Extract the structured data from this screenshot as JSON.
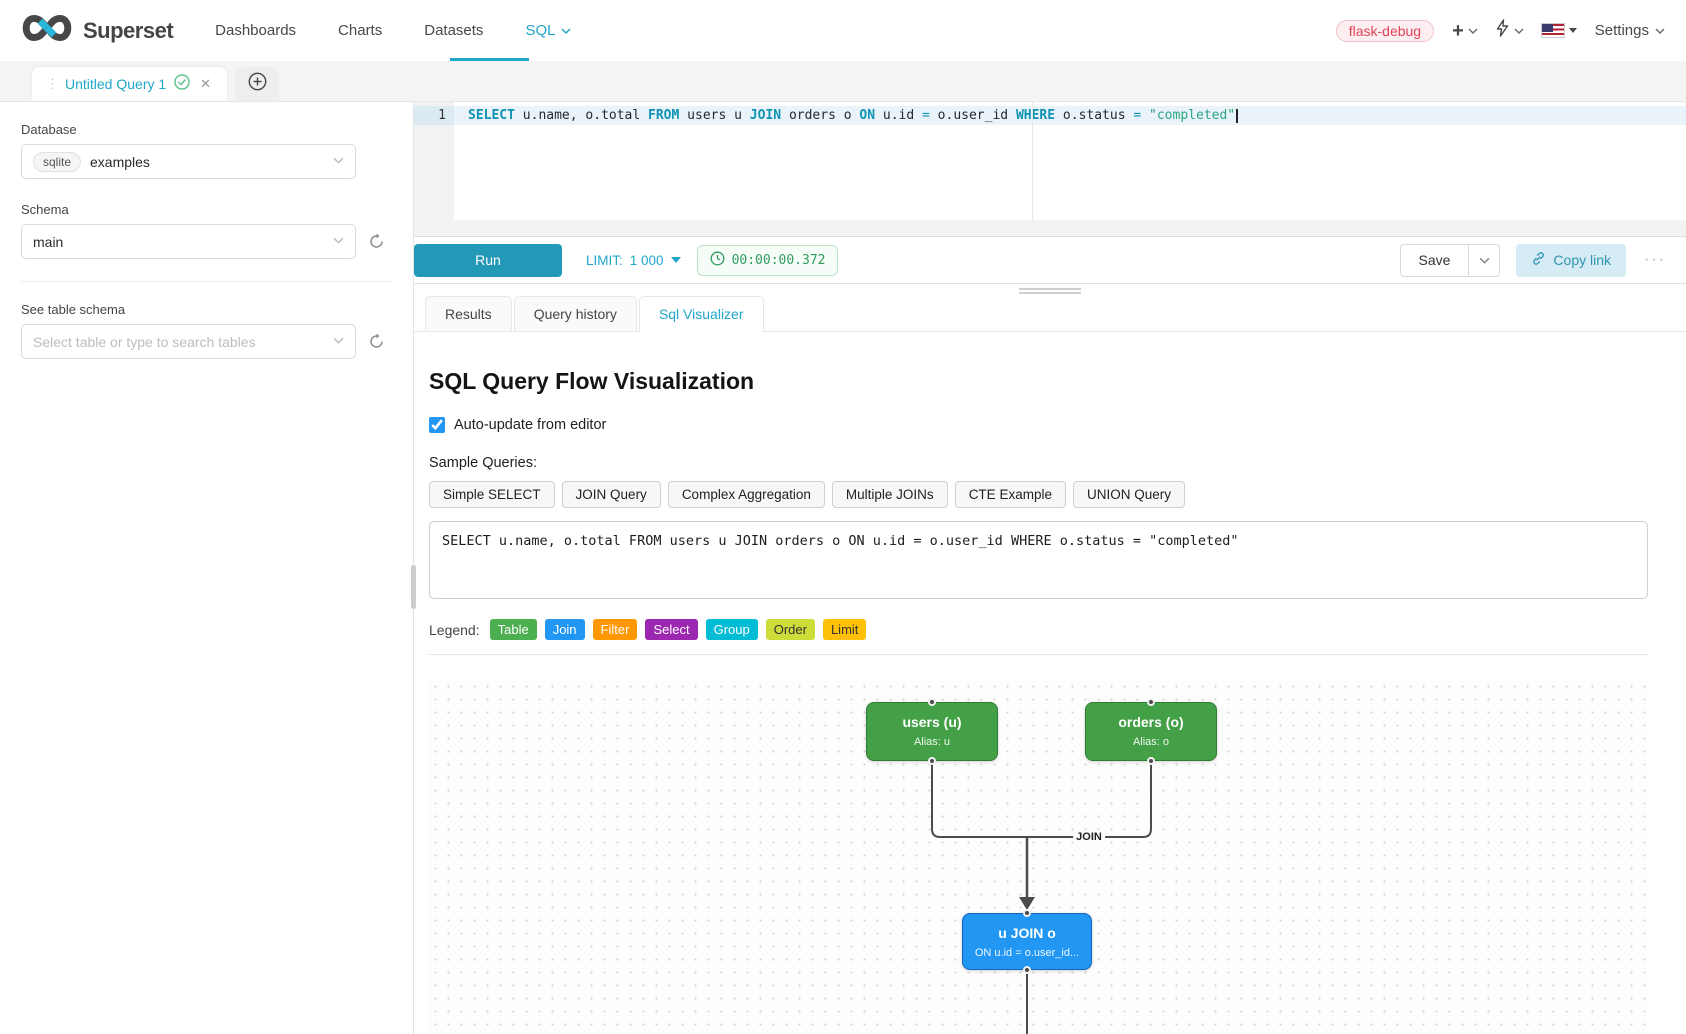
{
  "header": {
    "brand": "Superset",
    "nav": [
      {
        "label": "Dashboards"
      },
      {
        "label": "Charts"
      },
      {
        "label": "Datasets"
      },
      {
        "label": "SQL"
      }
    ],
    "environment_tag": "flask-debug",
    "settings_label": "Settings"
  },
  "query_tabs": {
    "active_tab": "Untitled Query 1",
    "close_glyph": "✕"
  },
  "sidebar": {
    "database_label": "Database",
    "database_engine": "sqlite",
    "database_value": "examples",
    "schema_label": "Schema",
    "schema_value": "main",
    "table_schema_label": "See table schema",
    "table_search_placeholder": "Select table or type to search tables"
  },
  "editor": {
    "line_number": "1",
    "sql": "SELECT u.name, o.total FROM users u JOIN orders o ON u.id = o.user_id WHERE o.status = \"completed\"",
    "tokens": {
      "t0": "SELECT ",
      "t1": "u.name, o.total ",
      "t2": "FROM ",
      "t3": "users u ",
      "t4": "JOIN ",
      "t5": "orders o ",
      "t6": "ON ",
      "t7": "u.id ",
      "t8": "= ",
      "t9": "o.user_id ",
      "t10": "WHERE ",
      "t11": "o.status ",
      "t12": "= ",
      "t13": "\"completed\""
    }
  },
  "toolbar": {
    "run_label": "Run",
    "limit_label": "LIMIT:",
    "limit_value": "1 000",
    "timer_value": "00:00:00.372",
    "save_label": "Save",
    "copy_link_label": "Copy link",
    "more_label": "···"
  },
  "result_tabs": {
    "tab0": "Results",
    "tab1": "Query history",
    "tab2": "Sql Visualizer",
    "active": "Sql Visualizer"
  },
  "visualizer": {
    "title": "SQL Query Flow Visualization",
    "auto_update_label": "Auto-update from editor",
    "auto_update_checked": "checked",
    "sample_queries_label": "Sample Queries:",
    "sample_queries": [
      "Simple SELECT",
      "JOIN Query",
      "Complex Aggregation",
      "Multiple JOINs",
      "CTE Example",
      "UNION Query"
    ],
    "query_text": "SELECT u.name, o.total FROM users u JOIN orders o ON u.id = o.user_id WHERE o.status = \"completed\"",
    "legend_label": "Legend:",
    "legend": [
      {
        "label": "Table",
        "color": "#4CAF50"
      },
      {
        "label": "Join",
        "color": "#2196F3"
      },
      {
        "label": "Filter",
        "color": "#FF9800"
      },
      {
        "label": "Select",
        "color": "#9C27B0"
      },
      {
        "label": "Group",
        "color": "#00BCD4"
      },
      {
        "label": "Order",
        "color": "#CDDC39"
      },
      {
        "label": "Limit",
        "color": "#FFC107"
      }
    ],
    "flow": {
      "nodes": [
        {
          "id": "users",
          "title": "users (u)",
          "subtitle": "Alias: u",
          "type": "table",
          "color": "#43a047"
        },
        {
          "id": "orders",
          "title": "orders (o)",
          "subtitle": "Alias: o",
          "type": "table",
          "color": "#43a047"
        },
        {
          "id": "join",
          "title": "u JOIN o",
          "subtitle": "ON u.id = o.user_id...",
          "type": "join",
          "color": "#2196f3"
        }
      ],
      "edge_label": "JOIN"
    }
  },
  "colors": {
    "accent_teal": "#20a7c9",
    "env_tag_red": "#e04355",
    "timer_green": "#2f9d60",
    "keyword_blue": "#0e93b4",
    "string_green": "#2aa57e"
  }
}
